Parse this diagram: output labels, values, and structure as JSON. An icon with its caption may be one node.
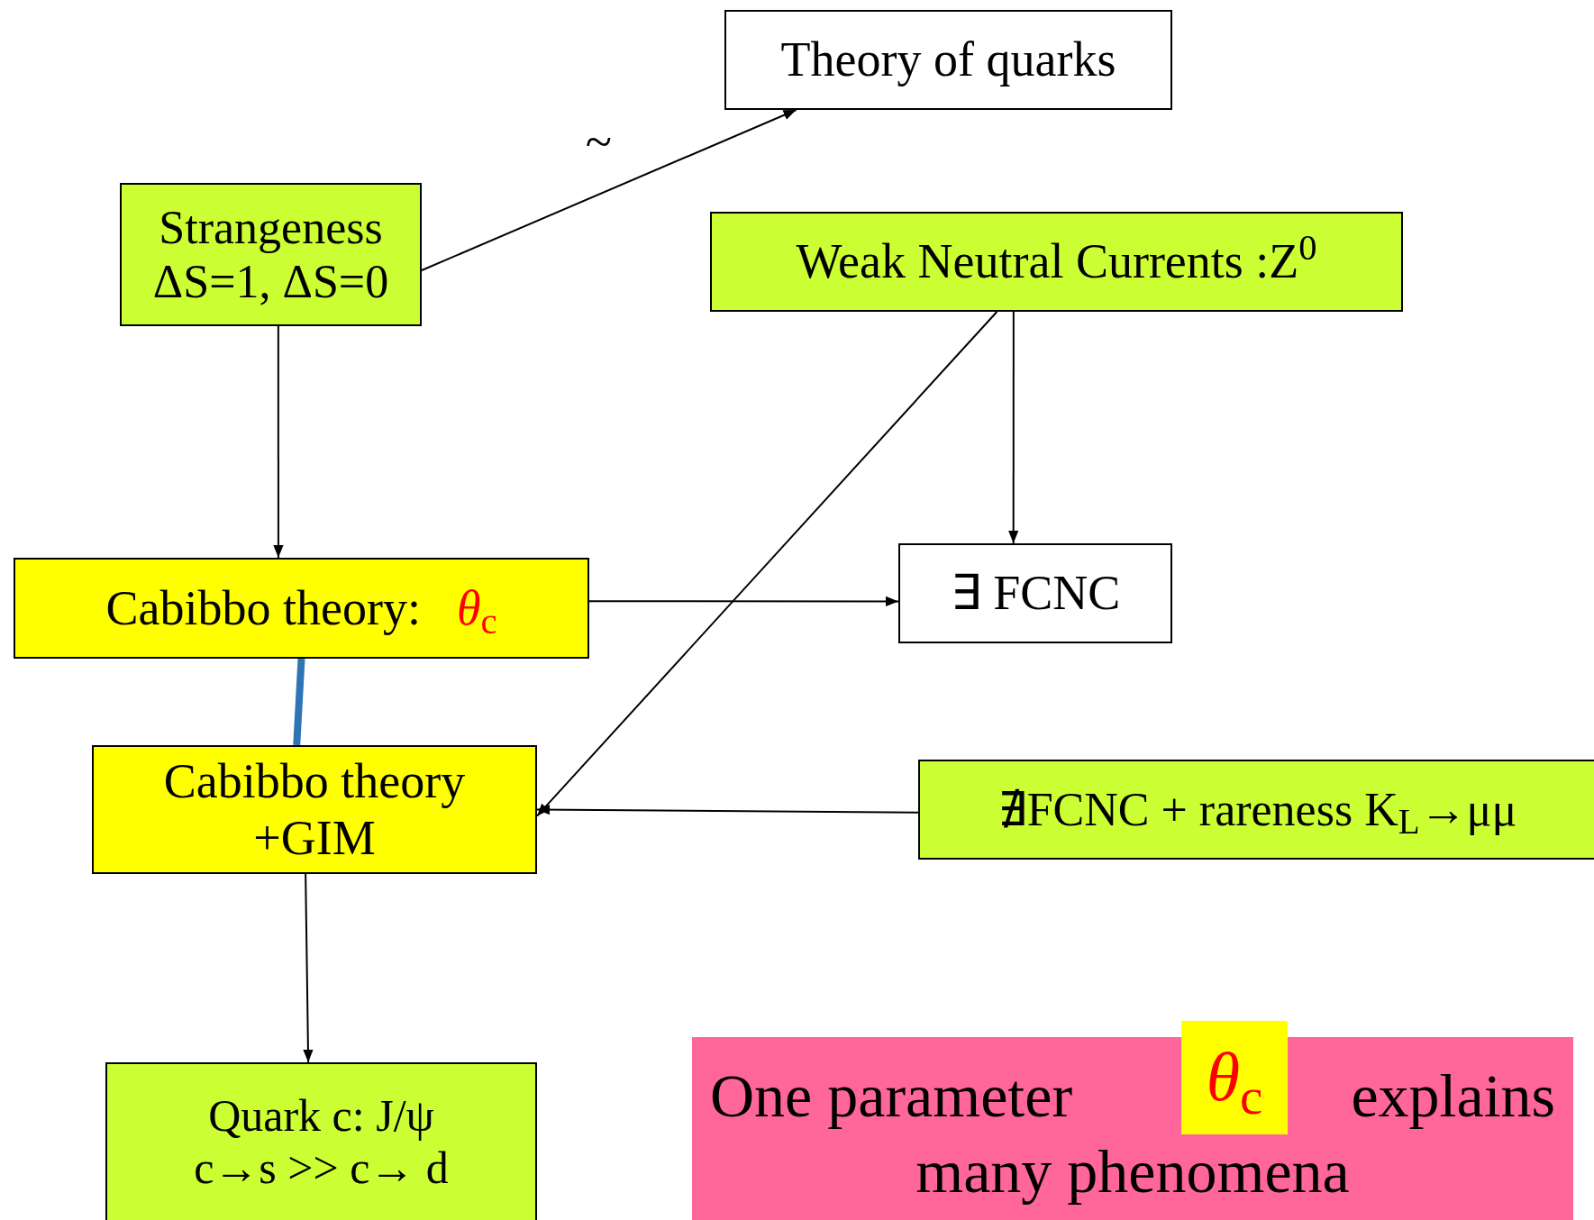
{
  "diagram": {
    "nodes": [
      {
        "text": [
          "Theory of quarks"
        ]
      },
      {
        "text": [
          "Strangeness",
          "ΔS=1, ΔS=0"
        ]
      },
      {
        "text": [
          "Weak Neutral Currents :Z$^{0}$"
        ]
      },
      {
        "text": [
          "Cabibbo theory:",
          "*θ*$_{c}$"
        ]
      },
      {
        "text": [
          "∃ FCNC"
        ]
      },
      {
        "text": [
          "Cabibbo theory +GIM"
        ]
      },
      {
        "text": [
          "∄FCNC + rareness K$_{L}$→μμ"
        ]
      },
      {
        "text": [
          "Quark c:  J/ψ",
          "c→s >> c→ d"
        ]
      },
      {
        "text": [
          "One parameter",
          "explains",
          "many phenomena"
        ]
      },
      {
        "text": [
          "*θ*$_{c}$"
        ]
      }
    ],
    "edges": [
      {
        "from": 1,
        "to": 0,
        "arrow": "to",
        "label": "~"
      },
      {
        "from": 1,
        "to": 3,
        "arrow": "to"
      },
      {
        "from": 2,
        "to": 4,
        "arrow": "to"
      },
      {
        "from": 2,
        "to": 5,
        "arrow": "to"
      },
      {
        "from": 3,
        "to": 4,
        "arrow": "to"
      },
      {
        "from": 3,
        "to": 5,
        "arrow": "none",
        "style": "thick",
        "color": "#2e75b6"
      },
      {
        "from": 6,
        "to": 5,
        "arrow": "to"
      },
      {
        "from": 5,
        "to": 7,
        "arrow": "to"
      }
    ]
  }
}
